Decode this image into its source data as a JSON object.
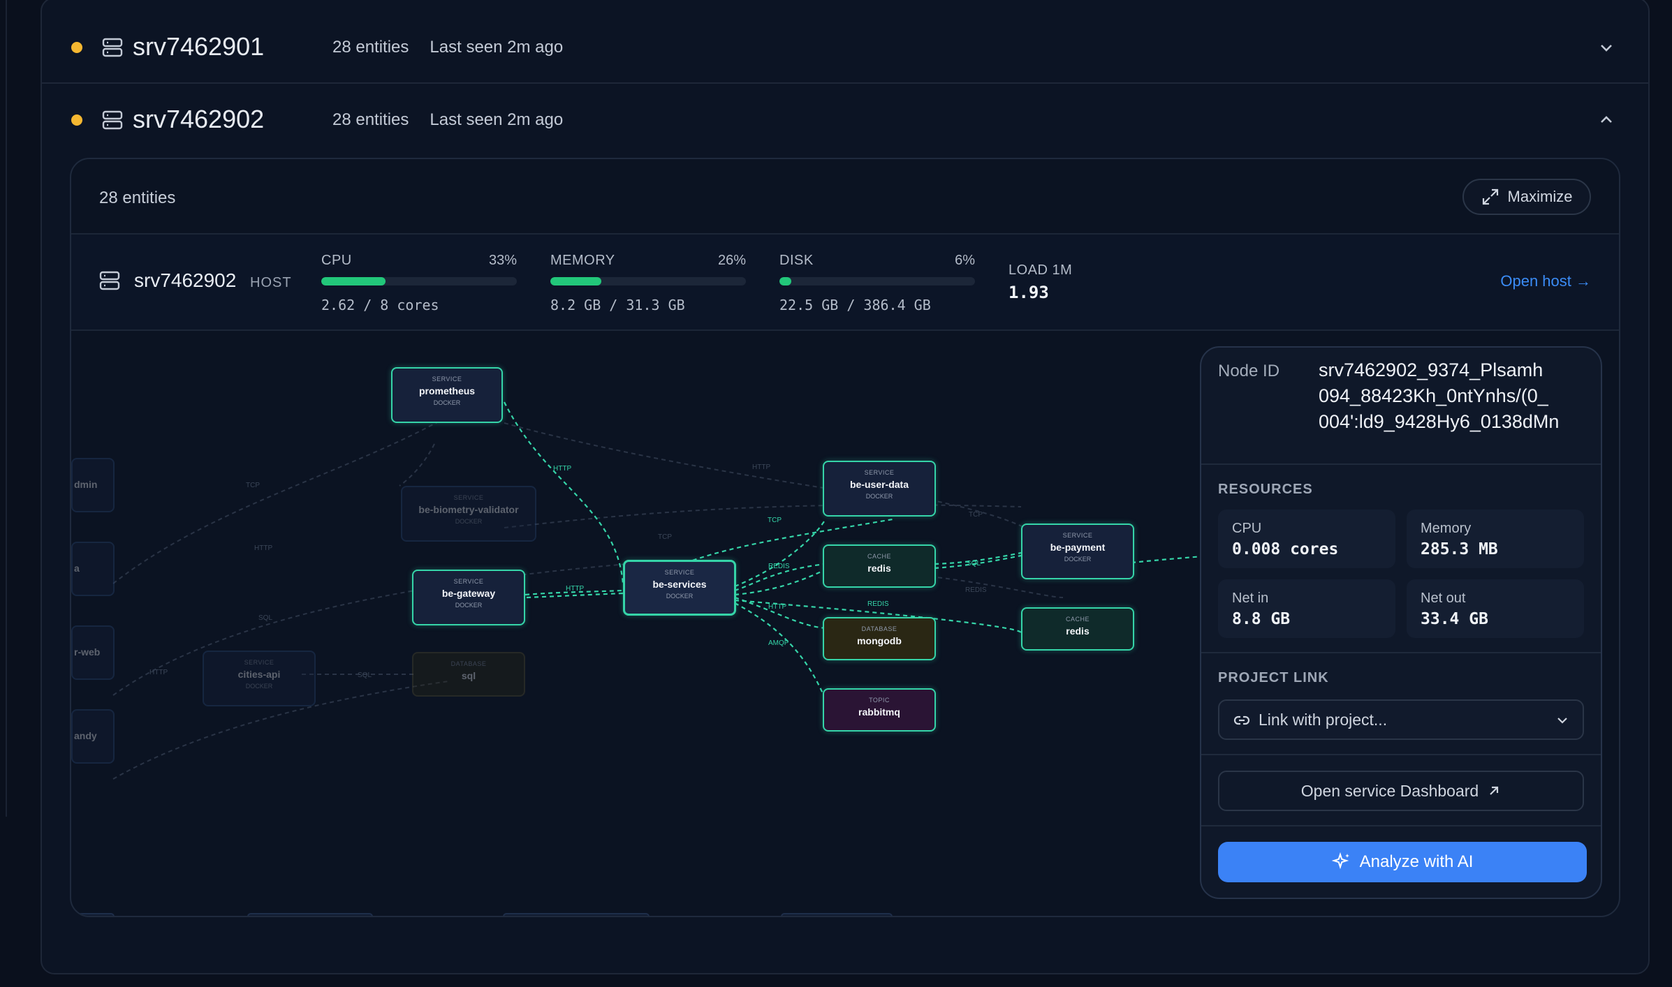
{
  "rows": [
    {
      "name": "srv7462901",
      "entities": "28 entities",
      "last_seen": "Last seen 2m ago"
    },
    {
      "name": "srv7462902",
      "entities": "28 entities",
      "last_seen": "Last seen 2m ago"
    }
  ],
  "panel": {
    "title": "28 entities",
    "maximize_label": "Maximize"
  },
  "host": {
    "name": "srv7462902",
    "tag": "HOST",
    "open_label": "Open host →",
    "cpu": {
      "label": "CPU",
      "pct": "33%",
      "value": "2.62 / 8 cores",
      "fill": 0.33
    },
    "memory": {
      "label": "MEMORY",
      "pct": "26%",
      "value": "8.2 GB / 31.3 GB",
      "fill": 0.26
    },
    "disk": {
      "label": "DISK",
      "pct": "6%",
      "value": "22.5 GB / 386.4 GB",
      "fill": 0.06
    },
    "load": {
      "label": "LOAD 1M",
      "value": "1.93"
    }
  },
  "graph": {
    "nodes": {
      "prometheus": {
        "kind": "SERVICE",
        "name": "prometheus",
        "type": "DOCKER"
      },
      "validator": {
        "kind": "SERVICE",
        "name": "be-biometry-validator",
        "type": "DOCKER"
      },
      "gateway": {
        "kind": "SERVICE",
        "name": "be-gateway",
        "type": "DOCKER"
      },
      "services": {
        "kind": "SERVICE",
        "name": "be-services",
        "type": "DOCKER"
      },
      "userdata": {
        "kind": "SERVICE",
        "name": "be-user-data",
        "type": "DOCKER"
      },
      "redis1": {
        "kind": "CACHE",
        "name": "redis"
      },
      "mongodb": {
        "kind": "DATABASE",
        "name": "mongodb"
      },
      "rabbitmq": {
        "kind": "TOPIC",
        "name": "rabbitmq"
      },
      "payment": {
        "kind": "SERVICE",
        "name": "be-payment",
        "type": "DOCKER"
      },
      "redis2": {
        "kind": "CACHE",
        "name": "redis"
      },
      "citiesapi": {
        "kind": "SERVICE",
        "name": "cities-api",
        "type": "DOCKER"
      },
      "sql": {
        "kind": "DATABASE",
        "name": "sql"
      },
      "clip1": {
        "name": "dmin"
      },
      "clip2": {
        "name": "a"
      },
      "clip3": {
        "name": "r-web"
      },
      "clip4": {
        "name": "andy"
      }
    },
    "edge_labels": {
      "http": "HTTP",
      "tcp": "TCP",
      "redis": "REDIS",
      "sql": "SQL",
      "amqp": "AMQP"
    }
  },
  "detail": {
    "node_id_label": "Node ID",
    "node_id_line1": "srv7462902_9374_Plsamh",
    "node_id_line2": "094_88423Kh_0ntYnhs/(0_",
    "node_id_line3": "004':ld9_9428Hy6_0138dMn",
    "resources_label": "RESOURCES",
    "cpu": {
      "label": "CPU",
      "value": "0.008 cores"
    },
    "memory": {
      "label": "Memory",
      "value": "285.3 MB"
    },
    "net_in": {
      "label": "Net in",
      "value": "8.8 GB"
    },
    "net_out": {
      "label": "Net out",
      "value": "33.4 GB"
    },
    "project_link_label": "PROJECT LINK",
    "project_link_placeholder": "Link with project...",
    "dashboard_label": "Open service Dashboard",
    "analyze_label": "Analyze with AI"
  },
  "colors": {
    "accent": "#3b82f6",
    "edge": "#35d4a8",
    "status_dot": "#f5b731",
    "bar": "#22c77a"
  }
}
